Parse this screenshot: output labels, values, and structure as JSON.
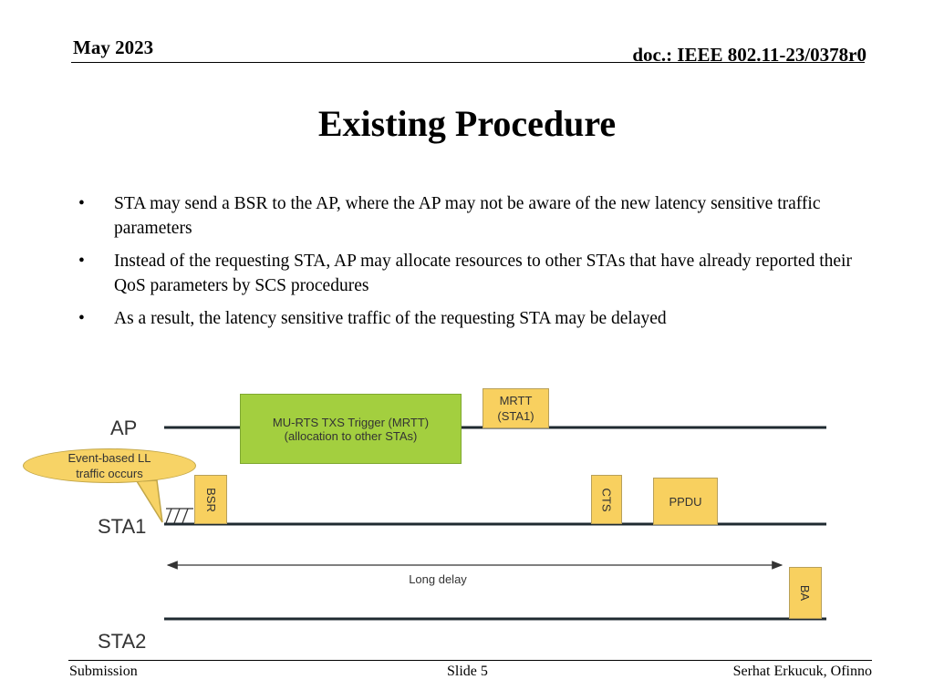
{
  "header": {
    "date": "May 2023",
    "doc": "doc.: IEEE 802.11-23/0378r0"
  },
  "title": "Existing Procedure",
  "bullets": [
    {
      "marker": "•",
      "text": "STA may send a BSR to the AP, where the AP may not be aware of the new latency sensitive traffic parameters"
    },
    {
      "marker": "•",
      "text": "Instead of the requesting STA, AP may allocate resources to other STAs that have already reported their QoS parameters by SCS procedures"
    },
    {
      "marker": "•",
      "text": "As a result, the latency sensitive traffic of the requesting STA may be delayed"
    }
  ],
  "diagram": {
    "lanes": {
      "ap": "AP",
      "sta1": "STA1",
      "sta2": "STA2"
    },
    "callout": "Event-based LL traffic occurs",
    "frames": {
      "bsr": "BSR",
      "mrtt_other": "MU-RTS TXS Trigger (MRTT) (allocation to other STAs)",
      "mrtt_sta1": "MRTT (STA1)",
      "cts": "CTS",
      "ppdu": "PPDU",
      "ba": "BA"
    },
    "delay_label": "Long delay",
    "colors": {
      "yellow": "#f8d05f",
      "green": "#a3cf3f",
      "line": "#1f2a30"
    }
  },
  "footer": {
    "left": "Submission",
    "center": "Slide 5",
    "right": "Serhat Erkucuk, Ofinno"
  }
}
